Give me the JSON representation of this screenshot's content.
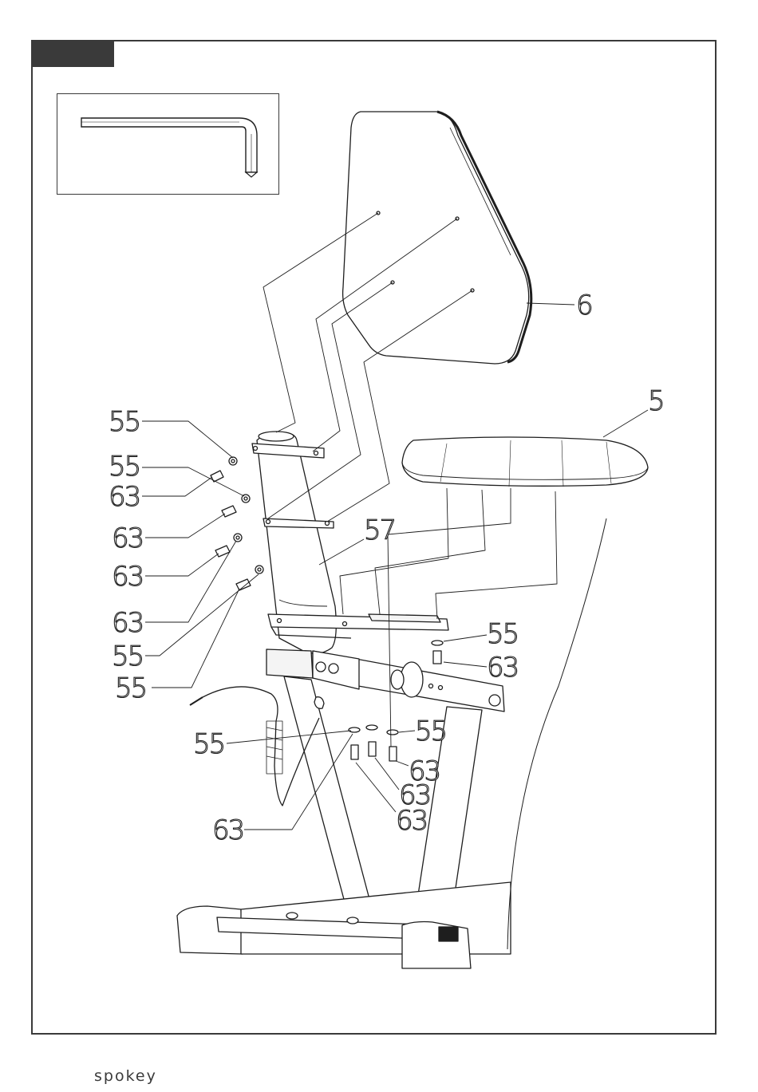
{
  "brand": "spokey",
  "colors": {
    "ink": "#1e1e1e",
    "frame": "#3a3a3a",
    "fill_light": "#f4f4f4"
  },
  "tool": {
    "icon": "allen-key-icon"
  },
  "part_labels": {
    "seat_back": "6",
    "seat": "5",
    "seat_post": "57",
    "washer": "55",
    "bolt": "63"
  }
}
